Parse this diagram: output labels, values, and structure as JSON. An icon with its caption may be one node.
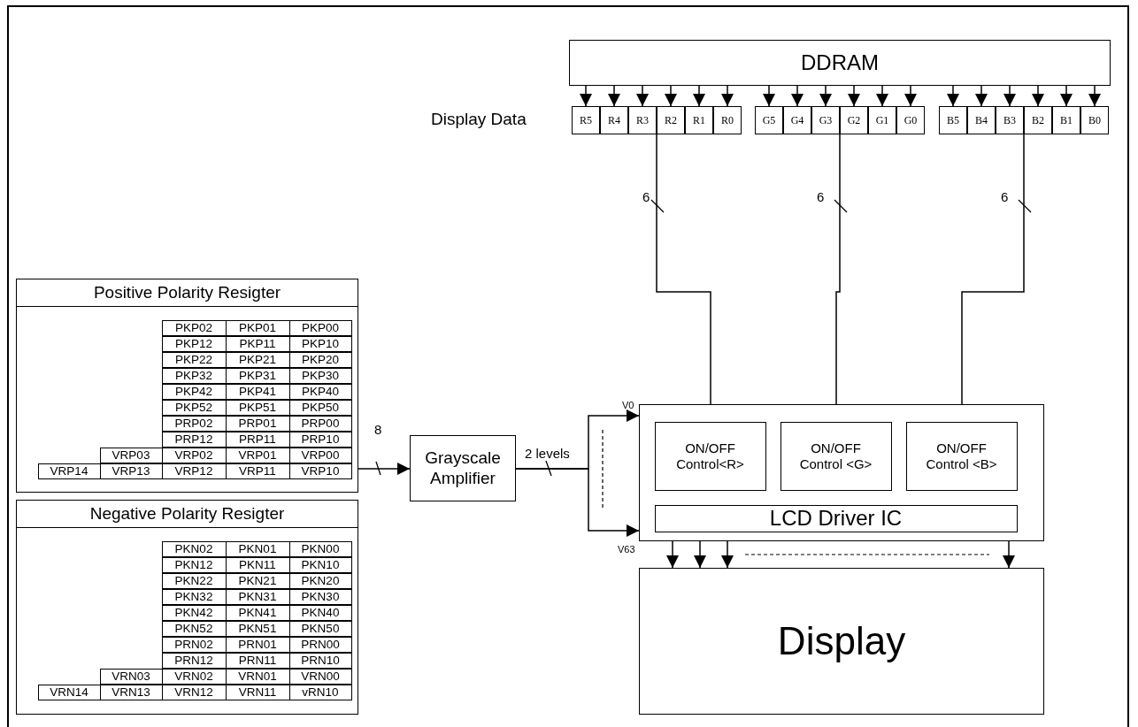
{
  "diagram": {
    "nodes": [
      {
        "text": [
          "DDRAM"
        ]
      },
      {
        "text": [
          "R5"
        ]
      },
      {
        "text": [
          "R4"
        ]
      },
      {
        "text": [
          "R3"
        ]
      },
      {
        "text": [
          "R2"
        ]
      },
      {
        "text": [
          "R1"
        ]
      },
      {
        "text": [
          "R0"
        ]
      },
      {
        "text": [
          "G5"
        ]
      },
      {
        "text": [
          "G4"
        ]
      },
      {
        "text": [
          "G3"
        ]
      },
      {
        "text": [
          "G2"
        ]
      },
      {
        "text": [
          "G1"
        ]
      },
      {
        "text": [
          "G0"
        ]
      },
      {
        "text": [
          "B5"
        ]
      },
      {
        "text": [
          "B4"
        ]
      },
      {
        "text": [
          "B3"
        ]
      },
      {
        "text": [
          "B2"
        ]
      },
      {
        "text": [
          "B1"
        ]
      },
      {
        "text": [
          "B0"
        ]
      },
      {
        "text": [
          "Positive Polarity Resigter"
        ]
      },
      {
        "text": [
          "Negative Polarity Resigter"
        ]
      },
      {
        "text": [
          "Grayscale Amplifier"
        ]
      },
      {
        "text": [],
        "shape": "box"
      },
      {
        "text": [
          "ON/OFF Control<R>"
        ],
        "in": 22
      },
      {
        "text": [
          "ON/OFF Control <G>"
        ],
        "in": 22
      },
      {
        "text": [
          "ON/OFF Control <B>"
        ],
        "in": 22
      },
      {
        "text": [
          "LCD Driver IC"
        ],
        "in": 22
      },
      {
        "text": [
          "Display"
        ]
      }
    ],
    "edges": [
      {
        "from": 0,
        "to": 1,
        "arrow": "to"
      },
      {
        "from": 0,
        "to": 2,
        "arrow": "to"
      },
      {
        "from": 0,
        "to": 3,
        "arrow": "to"
      },
      {
        "from": 0,
        "to": 4,
        "arrow": "to"
      },
      {
        "from": 0,
        "to": 5,
        "arrow": "to"
      },
      {
        "from": 0,
        "to": 6,
        "arrow": "to"
      },
      {
        "from": 0,
        "to": 7,
        "arrow": "to"
      },
      {
        "from": 0,
        "to": 8,
        "arrow": "to"
      },
      {
        "from": 0,
        "to": 9,
        "arrow": "to"
      },
      {
        "from": 0,
        "to": 10,
        "arrow": "to"
      },
      {
        "from": 0,
        "to": 11,
        "arrow": "to"
      },
      {
        "from": 0,
        "to": 12,
        "arrow": "to"
      },
      {
        "from": 0,
        "to": 13,
        "arrow": "to"
      },
      {
        "from": 0,
        "to": 14,
        "arrow": "to"
      },
      {
        "from": 0,
        "to": 15,
        "arrow": "to"
      },
      {
        "from": 0,
        "to": 16,
        "arrow": "to"
      },
      {
        "from": 0,
        "to": 17,
        "arrow": "to"
      },
      {
        "from": 0,
        "to": 18,
        "arrow": "to"
      },
      {
        "from": 4,
        "to": 23,
        "arrow": "to",
        "label": "6"
      },
      {
        "from": 10,
        "to": 24,
        "arrow": "to",
        "label": "6"
      },
      {
        "from": 16,
        "to": 25,
        "arrow": "to",
        "label": "6"
      },
      {
        "from": 19,
        "to": 21,
        "arrow": "to",
        "label": "8"
      },
      {
        "from": 21,
        "to": 22,
        "arrow": "to",
        "label": "2 levels"
      },
      {
        "from": 21,
        "to": 22,
        "arrow": "to"
      },
      {
        "from": 22,
        "to": 27,
        "arrow": "to"
      },
      {
        "from": 22,
        "to": 27,
        "arrow": "to"
      },
      {
        "from": 22,
        "to": 27,
        "arrow": "to"
      },
      {
        "from": 22,
        "to": 27,
        "arrow": "to"
      }
    ],
    "labels": [
      "Display Data",
      "PKP02",
      "PKP01",
      "PKP00",
      "PKP12",
      "PKP11",
      "PKP10",
      "PKP22",
      "PKP21",
      "PKP20",
      "PKP32",
      "PKP31",
      "PKP30",
      "PKP42",
      "PKP41",
      "PKP40",
      "PKP52",
      "PKP51",
      "PKP50",
      "PRP02",
      "PRP01",
      "PRP00",
      "PRP12",
      "PRP11",
      "PRP10",
      "VRP03",
      "VRP02",
      "VRP01",
      "VRP00",
      "VRP14",
      "VRP13",
      "VRP12",
      "VRP11",
      "VRP10",
      "PKN02",
      "PKN01",
      "PKN00",
      "PKN12",
      "PKN11",
      "PKN10",
      "PKN22",
      "PKN21",
      "PKN20",
      "PKN32",
      "PKN31",
      "PKN30",
      "PKN42",
      "PKN41",
      "PKN40",
      "PKN52",
      "PKN51",
      "PKN50",
      "PRN02",
      "PRN01",
      "PRN00",
      "PRN12",
      "PRN11",
      "PRN10",
      "VRN03",
      "VRN02",
      "VRN01",
      "VRN00",
      "VRN14",
      "VRN13",
      "VRN12",
      "VRN11",
      "vRN10",
      "V0",
      "V63"
    ]
  }
}
